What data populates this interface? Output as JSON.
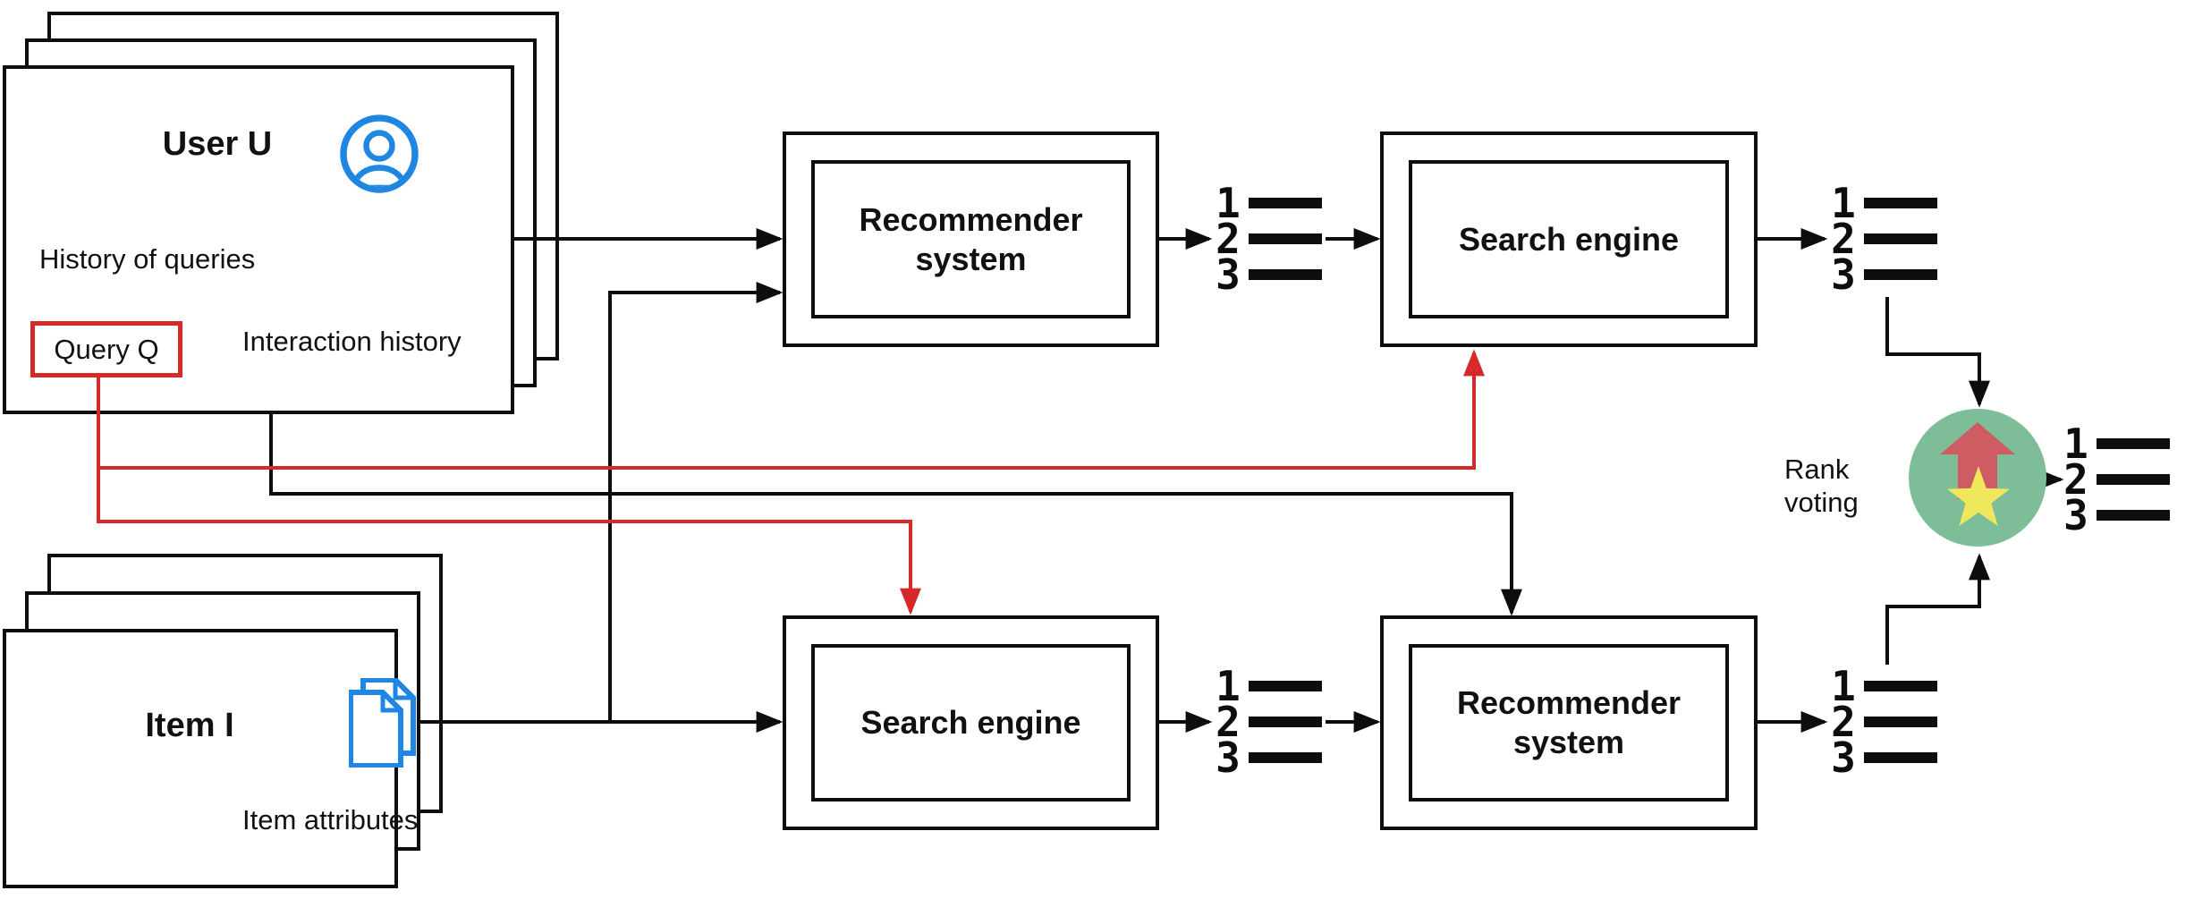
{
  "labels": {
    "user_title": "User U",
    "history_of_queries": "History of queries",
    "query": "Query Q",
    "interaction_history": "Interaction history",
    "item_title": "Item I",
    "item_attributes": "Item attributes",
    "recommender_system": "Recommender\nsystem",
    "search_engine": "Search engine",
    "rank_voting": "Rank voting"
  },
  "rank_list": {
    "ranks": [
      "1",
      "2",
      "3"
    ]
  },
  "icons": {
    "user_avatar": "user-avatar-icon",
    "item_documents": "documents-icon",
    "rank_voting_badge": "rank-up-star-icon"
  },
  "colors": {
    "accent_blue": "#1f87e3",
    "line_red": "#d42a2a",
    "line_black": "#0d0d0d",
    "badge_green": "#7dbd98",
    "badge_arrow_red": "#d05c63",
    "badge_star_yellow": "#efe85c"
  }
}
